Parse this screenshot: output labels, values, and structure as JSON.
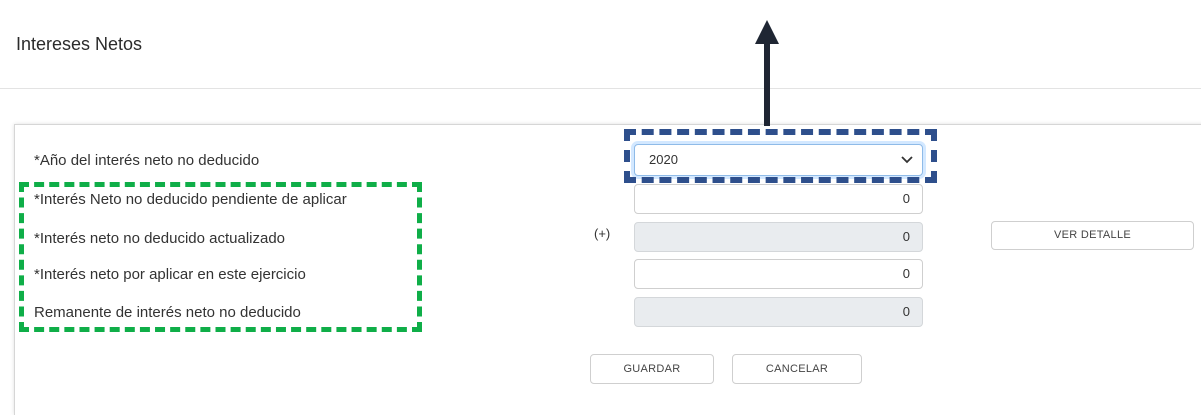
{
  "page": {
    "title": "Intereses Netos"
  },
  "form": {
    "year": {
      "label": "*Año del interés neto no deducido",
      "value": "2020"
    },
    "rows": [
      {
        "label": "*Interés Neto no deducido pendiente de aplicar",
        "value": "0"
      },
      {
        "label": "*Interés neto no deducido actualizado",
        "value": "0",
        "prefix": "(+)"
      },
      {
        "label": "*Interés neto por aplicar en este ejercicio",
        "value": "0"
      },
      {
        "label": "Remanente de interés neto no deducido",
        "value": "0"
      }
    ],
    "ver_detalle_label": "VER DETALLE",
    "guardar_label": "GUARDAR",
    "cancelar_label": "CANCELAR"
  },
  "annotations": {
    "green_box_color": "#0fae48",
    "blue_box_color": "#2e4f8c",
    "arrow_color": "#1f2633"
  },
  "icons": {
    "select_chevron": "chevron-down-icon"
  }
}
